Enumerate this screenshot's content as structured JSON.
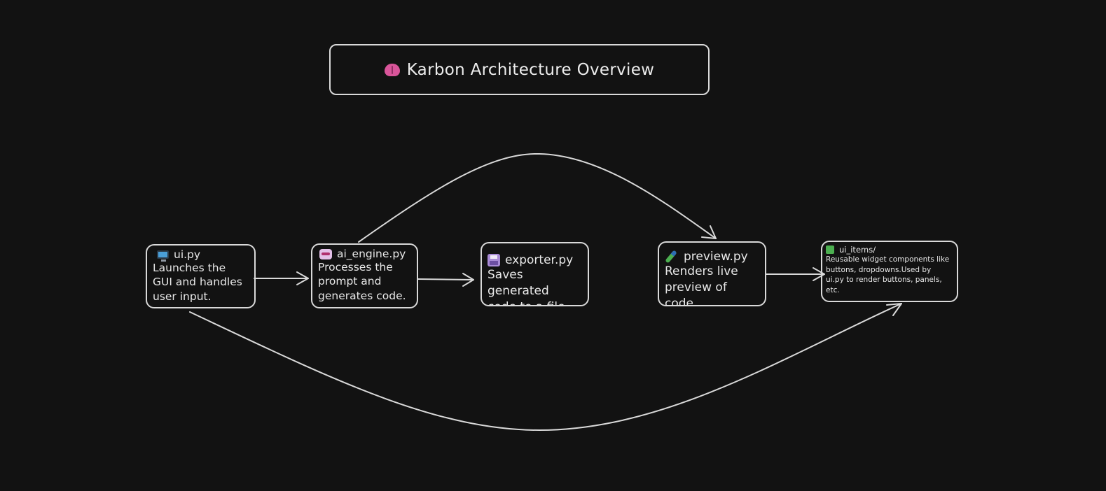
{
  "diagram": {
    "title": {
      "icon": "brain-icon",
      "text": "Karbon Architecture Overview"
    },
    "colors": {
      "background": "#121212",
      "stroke": "#d9d9d9",
      "text": "#e8e8e8"
    },
    "nodes": [
      {
        "id": "ui",
        "icon": "monitor-icon",
        "name": "ui.py",
        "description": "Launches the\nGUI and handles\nuser input."
      },
      {
        "id": "ai_engine",
        "icon": "robot-icon",
        "name": "ai_engine.py",
        "description": "Processes the\n prompt and\ngenerates code."
      },
      {
        "id": "exporter",
        "icon": "floppy-disk-icon",
        "name": "exporter.py",
        "description": "Saves generated\ncode to a file."
      },
      {
        "id": "preview",
        "icon": "test-tube-icon",
        "name": "preview.py",
        "description": "Renders live\npreview of code."
      },
      {
        "id": "ui_items",
        "icon": "puzzle-icon",
        "name": "ui_items/",
        "description": "Reusable widget components like\nbuttons, dropdowns.Used by\nui.py to render buttons, panels,\netc."
      }
    ],
    "edges": [
      {
        "from": "ui",
        "to": "ai_engine"
      },
      {
        "from": "ai_engine",
        "to": "exporter"
      },
      {
        "from": "preview",
        "to": "ui_items"
      },
      {
        "from": "ai_engine",
        "to": "preview"
      },
      {
        "from": "ui",
        "to": "ui_items"
      }
    ]
  }
}
